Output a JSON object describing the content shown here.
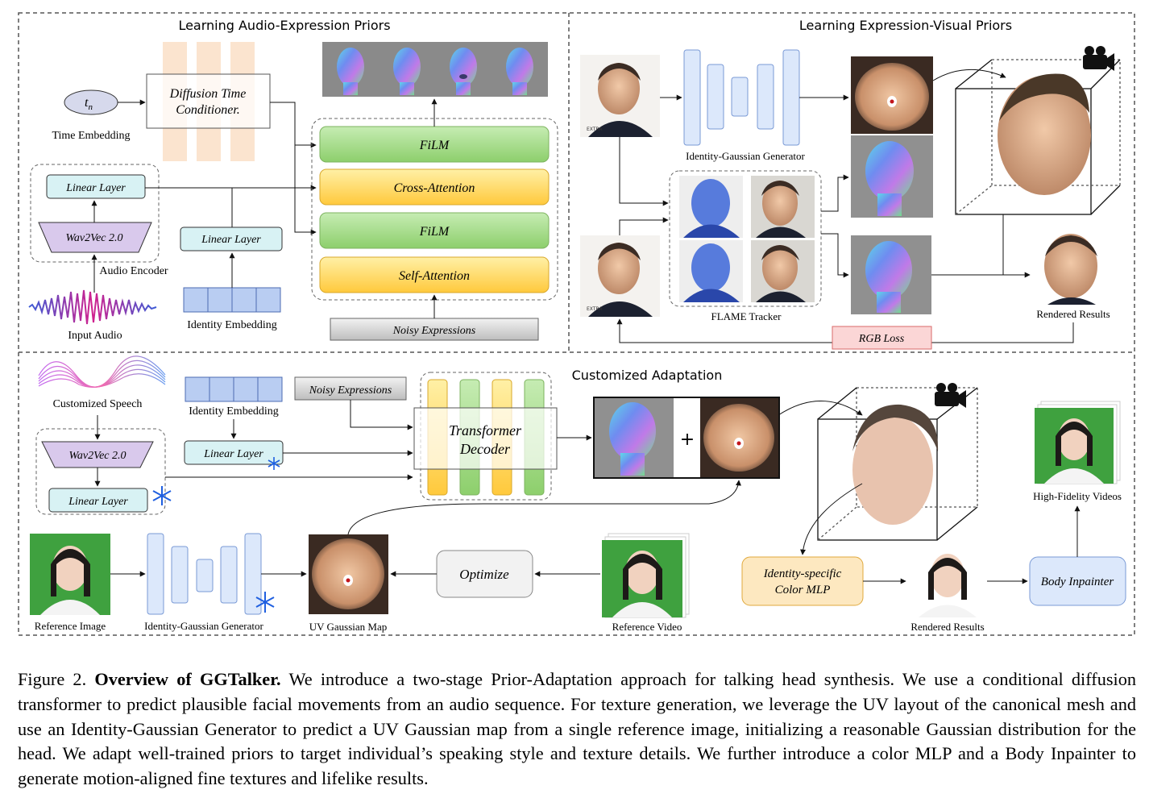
{
  "sections": {
    "audio_expression": "Learning Audio-Expression Priors",
    "expression_visual": "Learning Expression-Visual Priors",
    "customized": "Customized Adaptation"
  },
  "audio_prior": {
    "time_symbol": "t",
    "time_subscript": "n",
    "time_embedding": "Time Embedding",
    "diffusion_conditioner_line1": "Diffusion Time",
    "diffusion_conditioner_line2": "Conditioner.",
    "linear_layer": "Linear Layer",
    "wav2vec": "Wav2Vec 2.0",
    "audio_encoder": "Audio Encoder",
    "input_audio": "Input Audio",
    "identity_linear": "Linear Layer",
    "identity_embedding": "Identity Embedding",
    "stack": [
      "FiLM",
      "Cross-Attention",
      "FiLM",
      "Self-Attention"
    ],
    "noisy_expressions": "Noisy Expressions"
  },
  "visual_prior": {
    "generator": "Identity-Gaussian Generator",
    "tracker": "FLAME Tracker",
    "rendered": "Rendered Results",
    "loss": "RGB Loss",
    "watermark": "EXTRA"
  },
  "adaptation": {
    "customized_speech": "Customized Speech",
    "wav2vec": "Wav2Vec 2.0",
    "linear_layer": "Linear Layer",
    "identity_embedding": "Identity Embedding",
    "identity_linear": "Linear Layer",
    "noisy_expressions": "Noisy Expressions",
    "decoder_line1": "Transformer",
    "decoder_line2": "Decoder",
    "plus": "+",
    "reference_image": "Reference Image",
    "generator": "Identity-Gaussian Generator",
    "uv_map": "UV Gaussian Map",
    "optimize": "Optimize",
    "reference_video": "Reference Video",
    "color_mlp_line1": "Identity-specific",
    "color_mlp_line2": "Color MLP",
    "rendered": "Rendered Results",
    "body_inpainter": "Body Inpainter",
    "hifi": "High-Fidelity Videos"
  },
  "caption": {
    "label": "Figure 2.",
    "title": "Overview of GGTalker.",
    "body": "We introduce a two-stage Prior-Adaptation approach for talking head synthesis. We use a conditional diffusion transformer to predict plausible facial movements from an audio sequence. For texture generation, we leverage the UV layout of the canonical mesh and use an Identity-Gaussian Generator to predict a UV Gaussian map from a single reference image, initializing a reasonable Gaussian distribution for the head. We adapt well-trained priors to target individual’s speaking style and texture details. We further introduce a color MLP and a Body Inpainter to generate motion-aligned fine textures and lifelike results."
  },
  "colors": {
    "film": "#a8dc8e",
    "attention": "#ffd35c",
    "linear": "#d8f2f4",
    "wav2vec": "#d9c9ec",
    "embedding": "#b9cdf2",
    "color_mlp": "#fde8c0",
    "body_inpainter": "#dce8fb",
    "rgb_loss": "#fbd6d6",
    "green_screen": "#3fa13f"
  }
}
